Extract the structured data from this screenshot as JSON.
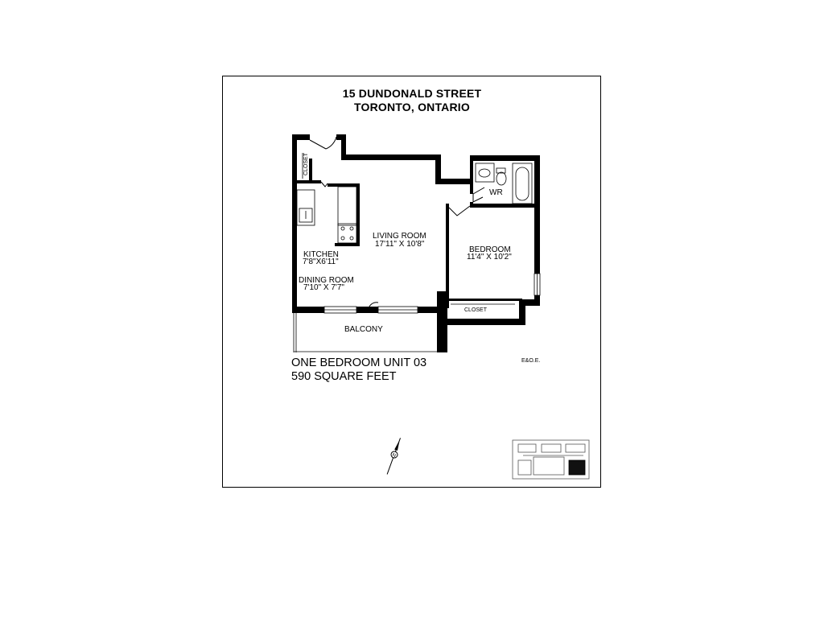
{
  "header": {
    "address_line1": "15 DUNDONALD STREET",
    "address_line2": "TORONTO, ONTARIO"
  },
  "rooms": {
    "living": {
      "name": "LIVING ROOM",
      "dims": "17'11\" X 10'8\""
    },
    "kitchen": {
      "name": "KITCHEN",
      "dims": "7'8\"X6'11\""
    },
    "dining": {
      "name": "DINING ROOM",
      "dims": "7'10\" X 7'7\""
    },
    "bedroom": {
      "name": "BEDROOM",
      "dims": "11'4\" X 10'2\""
    },
    "wr": {
      "name": "WR"
    },
    "closet_entry": {
      "name": "CLOSET"
    },
    "closet_bedroom": {
      "name": "CLOSET"
    },
    "balcony": {
      "name": "BALCONY"
    }
  },
  "unit_info": {
    "line1": "ONE BEDROOM UNIT 03",
    "line2": "590 SQUARE FEET"
  },
  "disclaimer": "E&O.E.",
  "icons": {
    "compass": "north-arrow-icon",
    "key_plan": "building-key-plan-icon"
  }
}
